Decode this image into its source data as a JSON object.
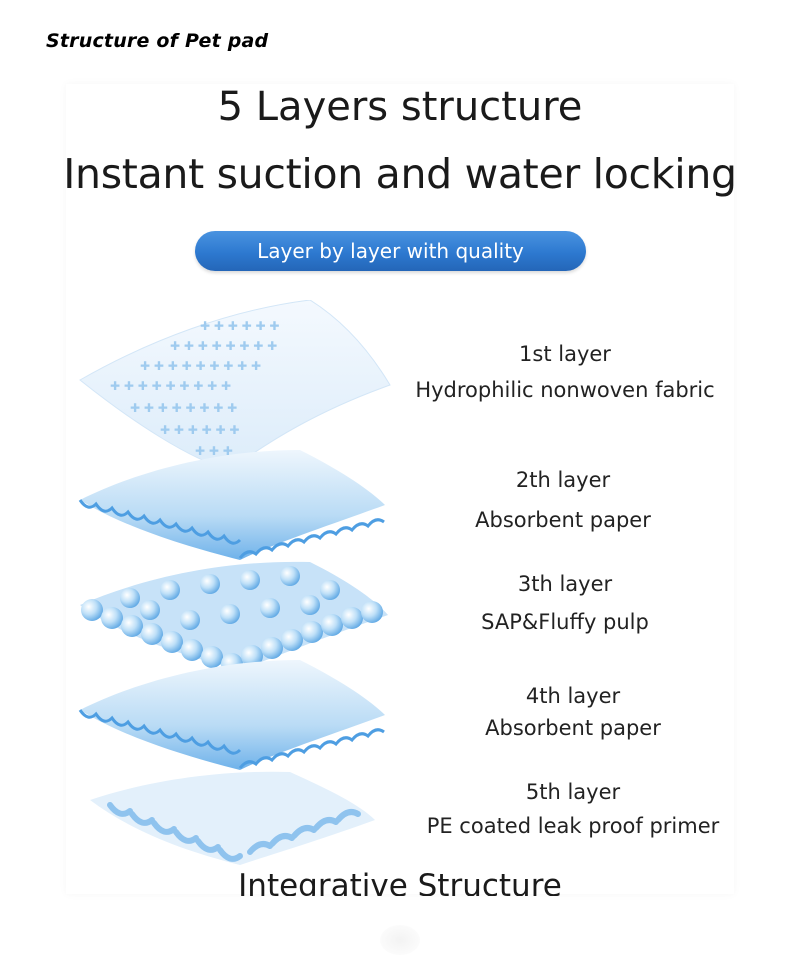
{
  "header": {
    "title": "Structure of Pet pad"
  },
  "headline": {
    "line1": "5 Layers structure",
    "line2": "Instant suction and water locking"
  },
  "badge": {
    "label": "Layer by layer with quality",
    "color": "#2d79d0"
  },
  "layers": [
    {
      "name": "1st layer",
      "desc": "Hydrophilic nonwoven fabric"
    },
    {
      "name": "2th layer",
      "desc": "Absorbent paper"
    },
    {
      "name": "3th layer",
      "desc": "SAP&Fluffy pulp"
    },
    {
      "name": "4th layer",
      "desc": "Absorbent paper"
    },
    {
      "name": "5th layer",
      "desc": "PE coated leak proof primer"
    }
  ],
  "footer": {
    "text": "Integrative Structure"
  },
  "colors": {
    "layer_blue": "#9cc9ef",
    "layer_light": "#e8f3fc",
    "pill_blue": "#2d79d0"
  }
}
